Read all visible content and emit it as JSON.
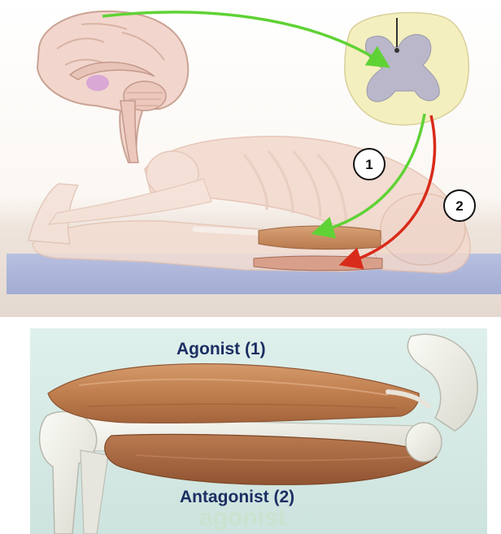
{
  "figure": {
    "top_panel": {
      "pathway_markers": [
        {
          "id": "1",
          "label": "1",
          "pathway": "agonist",
          "arrow_color": "#5fd235"
        },
        {
          "id": "2",
          "label": "2",
          "pathway": "antagonist",
          "arrow_color": "#d92b1a"
        }
      ],
      "colors": {
        "floor": "#a9b4d8",
        "skin": "#f2d2c4",
        "spinal_cord_white_matter": "#f3efbf",
        "spinal_cord_gray_matter": "#b8b6c8",
        "agonist_muscle": "#c98d5e",
        "antagonist_muscle": "#d79a7c"
      }
    },
    "bottom_panel": {
      "agonist_label": "Agonist (1)",
      "antagonist_label": "Antagonist (2)",
      "watermark": "agonist",
      "colors": {
        "background": "#d7ebe6",
        "label_text": "#1b2e63",
        "muscle": "#c78252",
        "bone": "#eeeee8"
      }
    }
  }
}
